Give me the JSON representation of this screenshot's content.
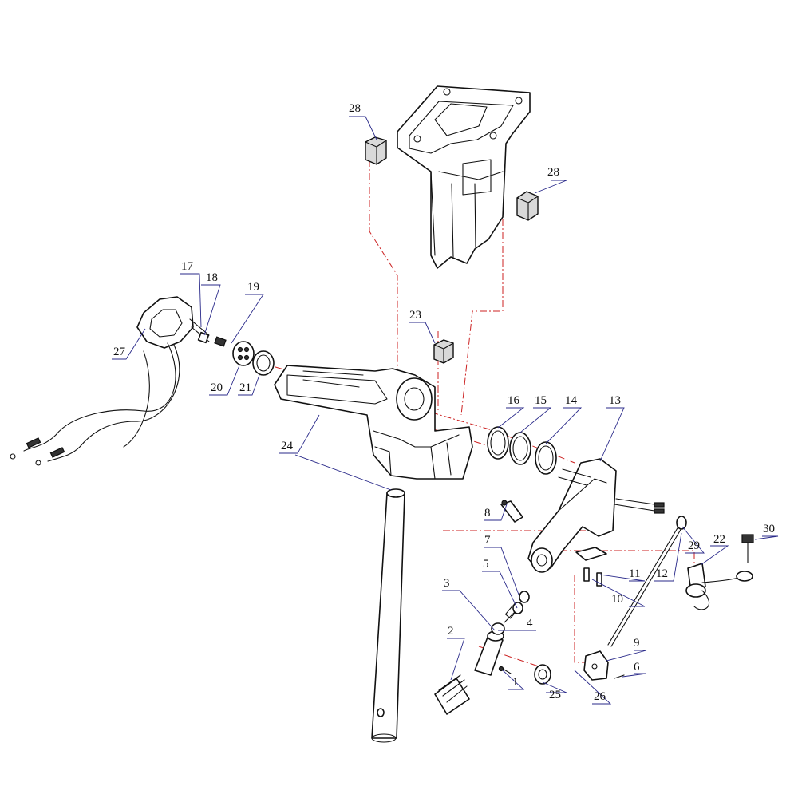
{
  "diagram": {
    "callouts": [
      {
        "id": "c1",
        "label": "1"
      },
      {
        "id": "c2",
        "label": "2"
      },
      {
        "id": "c3",
        "label": "3"
      },
      {
        "id": "c4",
        "label": "4"
      },
      {
        "id": "c5",
        "label": "5"
      },
      {
        "id": "c6",
        "label": "6"
      },
      {
        "id": "c7",
        "label": "7"
      },
      {
        "id": "c8",
        "label": "8"
      },
      {
        "id": "c9",
        "label": "9"
      },
      {
        "id": "c10",
        "label": "10"
      },
      {
        "id": "c11",
        "label": "11"
      },
      {
        "id": "c12",
        "label": "12"
      },
      {
        "id": "c13",
        "label": "13"
      },
      {
        "id": "c14",
        "label": "14"
      },
      {
        "id": "c15",
        "label": "15"
      },
      {
        "id": "c16",
        "label": "16"
      },
      {
        "id": "c17",
        "label": "17"
      },
      {
        "id": "c18",
        "label": "18"
      },
      {
        "id": "c19",
        "label": "19"
      },
      {
        "id": "c20",
        "label": "20"
      },
      {
        "id": "c21",
        "label": "21"
      },
      {
        "id": "c22",
        "label": "22"
      },
      {
        "id": "c23",
        "label": "23"
      },
      {
        "id": "c24",
        "label": "24"
      },
      {
        "id": "c25",
        "label": "25"
      },
      {
        "id": "c26",
        "label": "26"
      },
      {
        "id": "c27",
        "label": "27"
      },
      {
        "id": "c28a",
        "label": "28"
      },
      {
        "id": "c28b",
        "label": "28"
      },
      {
        "id": "c29",
        "label": "29"
      },
      {
        "id": "c30",
        "label": "30"
      }
    ]
  }
}
